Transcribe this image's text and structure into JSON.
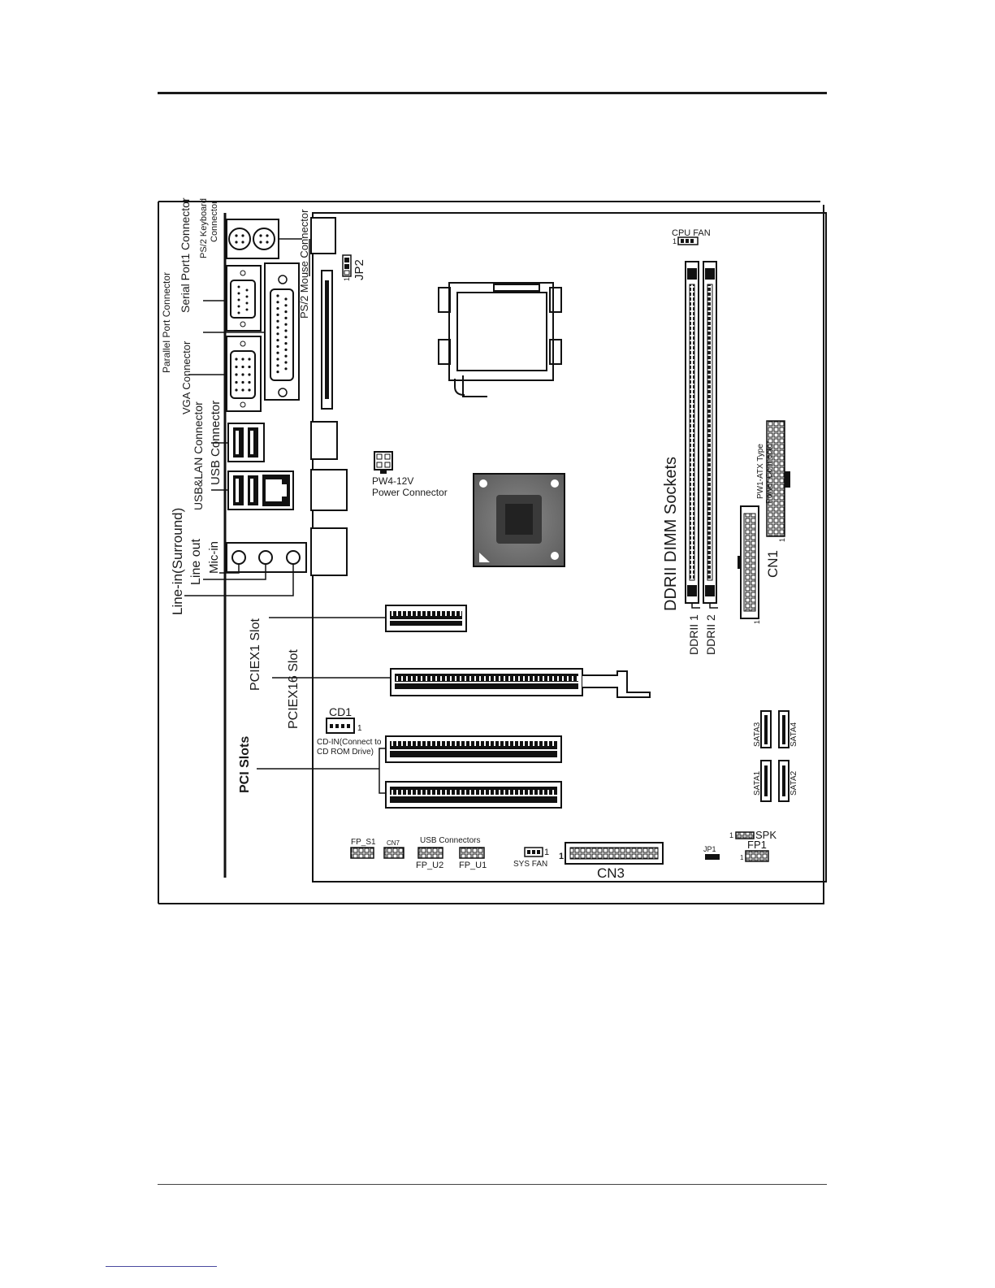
{
  "diagram": {
    "labels": {
      "ps2_keyboard": [
        "PS/2 Keyboard",
        "Connector"
      ],
      "ps2_mouse": "PS/2 Mouse Connector",
      "serial_port": "Serial Port1 Connector",
      "parallel_port": "Parallel Port Connector",
      "vga": "VGA  Connector",
      "usb": "USB  Connector",
      "usb_lan": "USB&LAN  Connector",
      "line_in": "Line-in(Surround)",
      "line_out": "Line out",
      "mic_in": "Mic-in",
      "pciex1": "PCIEX1 Slot",
      "pciex16": "PCIEX16 Slot",
      "pci_slots": "PCI Slots",
      "jp2": "JP2",
      "cpu_fan": "CPU FAN",
      "pw4_power": [
        "PW4-12V",
        "Power Connector"
      ],
      "ddr_sockets": "DDRII  DIMM Sockets",
      "ddr1": "DDRII  1",
      "ddr2": "DDRII  2",
      "pw1": [
        "PW1-ATX Type",
        "Power Connector"
      ],
      "cn1": "CN1",
      "cd1": "CD1",
      "cd_in": [
        "CD-IN(Connect to",
        "CD ROM Drive)"
      ],
      "sata1": "SATA1",
      "sata2": "SATA2",
      "sata3": "SATA3",
      "sata4": "SATA4",
      "fp_s1": "FP_S1",
      "cn7": "CN7",
      "usb_connectors": "USB Connectors",
      "fp_u2": "FP_U2",
      "fp_u1": "FP_U1",
      "sys_fan": "SYS FAN",
      "cn3": "CN3",
      "jp1": "JP1",
      "spk": "SPK",
      "fp1": "FP1",
      "pin_one": "1"
    }
  }
}
